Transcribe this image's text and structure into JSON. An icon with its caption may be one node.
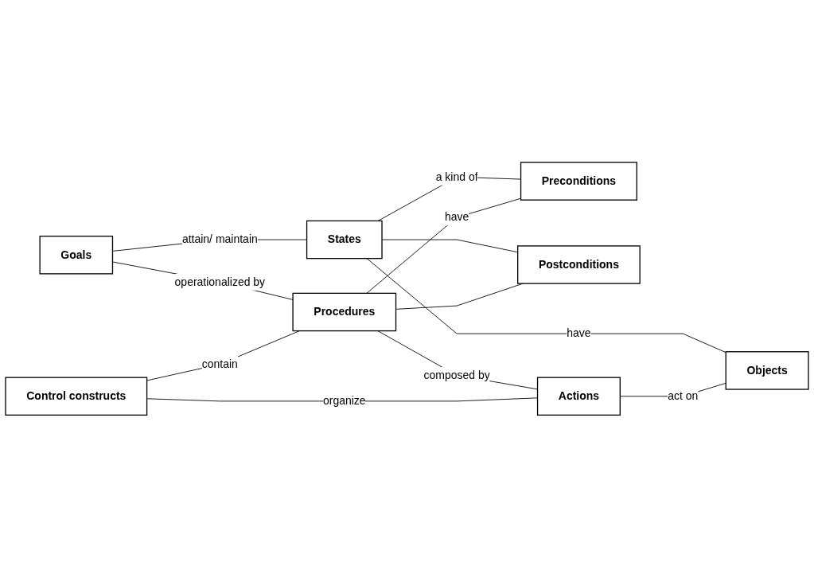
{
  "diagram": {
    "nodes": [
      {
        "text": [
          "Goals"
        ]
      },
      {
        "text": [
          "States"
        ]
      },
      {
        "text": [
          "Preconditions"
        ]
      },
      {
        "text": [
          "Procedures"
        ]
      },
      {
        "text": [
          "Postconditions"
        ]
      },
      {
        "text": [
          "Control constructs"
        ]
      },
      {
        "text": [
          "Actions"
        ]
      },
      {
        "text": [
          "Objects"
        ]
      }
    ],
    "edges": [
      {
        "from": 0,
        "to": 1,
        "arrow": "none",
        "label": "attain/ maintain"
      },
      {
        "from": 0,
        "to": 3,
        "arrow": "none",
        "label": "operationalized by"
      },
      {
        "from": 1,
        "to": 2,
        "arrow": "none",
        "label": "a kind of"
      },
      {
        "from": 1,
        "to": 4,
        "arrow": "none"
      },
      {
        "from": 3,
        "to": 2,
        "arrow": "none",
        "label": "have"
      },
      {
        "from": 3,
        "to": 4,
        "arrow": "none"
      },
      {
        "from": 1,
        "to": 7,
        "arrow": "none",
        "label": "have"
      },
      {
        "from": 5,
        "to": 3,
        "arrow": "none",
        "label": "contain"
      },
      {
        "from": 3,
        "to": 6,
        "arrow": "none",
        "label": "composed by"
      },
      {
        "from": 5,
        "to": 6,
        "arrow": "none",
        "label": "organize"
      },
      {
        "from": 6,
        "to": 7,
        "arrow": "none",
        "label": "act on"
      }
    ]
  }
}
